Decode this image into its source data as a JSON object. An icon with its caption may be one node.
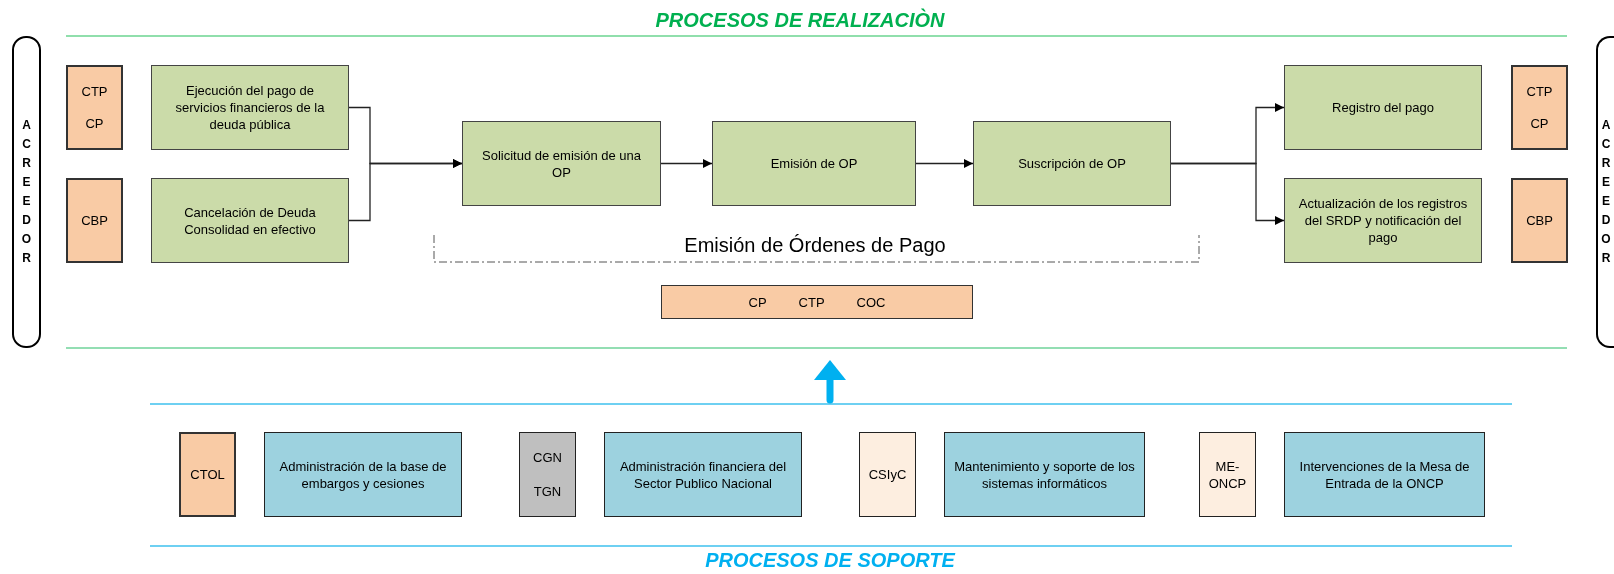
{
  "diagram": {
    "title": "PROCESOS DE REALIZACIÒN",
    "nodes": [
      {
        "text": [
          "ACREEDOR"
        ]
      },
      {
        "text": [
          "CTP",
          "CP"
        ]
      },
      {
        "text": [
          "Ejecución del pago de servicios financieros de la deuda pública"
        ]
      },
      {
        "text": [
          "CBP"
        ]
      },
      {
        "text": [
          "Cancelación de Deuda Consolidad en efectivo"
        ]
      },
      {
        "text": [
          "Solicitud de emisión de una OP"
        ]
      },
      {
        "text": [
          "Emisión de OP"
        ]
      },
      {
        "text": [
          "Suscripción de OP"
        ]
      },
      {
        "text": [
          "Registro del pago"
        ]
      },
      {
        "text": [
          "Actualización de los registros del SRDP y notificación del pago"
        ]
      },
      {
        "text": [
          "CTP",
          "CP"
        ]
      },
      {
        "text": [
          "CBP"
        ]
      },
      {
        "text": [
          "ACREEDOR"
        ]
      },
      {
        "text": [
          "CP",
          "CTP",
          "COC"
        ]
      },
      {
        "text": [
          "CTOL"
        ]
      },
      {
        "text": [
          "Administración de la base de embargos y cesiones"
        ]
      },
      {
        "text": [
          "CGN",
          "TGN"
        ]
      },
      {
        "text": [
          "Administración financiera del Sector Publico Nacional"
        ]
      },
      {
        "text": [
          "CSIyC"
        ]
      },
      {
        "text": [
          "Mantenimiento y soporte de los sistemas informáticos"
        ]
      },
      {
        "text": [
          "ME-ONCP"
        ]
      },
      {
        "text": [
          "Intervenciones de la Mesa de Entrada de la ONCP"
        ]
      }
    ],
    "edges": [
      {
        "from": 2,
        "to": 5,
        "arrow": "to"
      },
      {
        "from": 4,
        "to": 5,
        "arrow": "to"
      },
      {
        "from": 5,
        "to": 6,
        "arrow": "to"
      },
      {
        "from": 6,
        "to": 7,
        "arrow": "to"
      },
      {
        "from": 7,
        "to": 8,
        "arrow": "to"
      },
      {
        "from": 7,
        "to": 9,
        "arrow": "to"
      }
    ],
    "labels": [
      "Emisión de Órdenes de Pago",
      "PROCESOS DE SOPORTE"
    ]
  }
}
